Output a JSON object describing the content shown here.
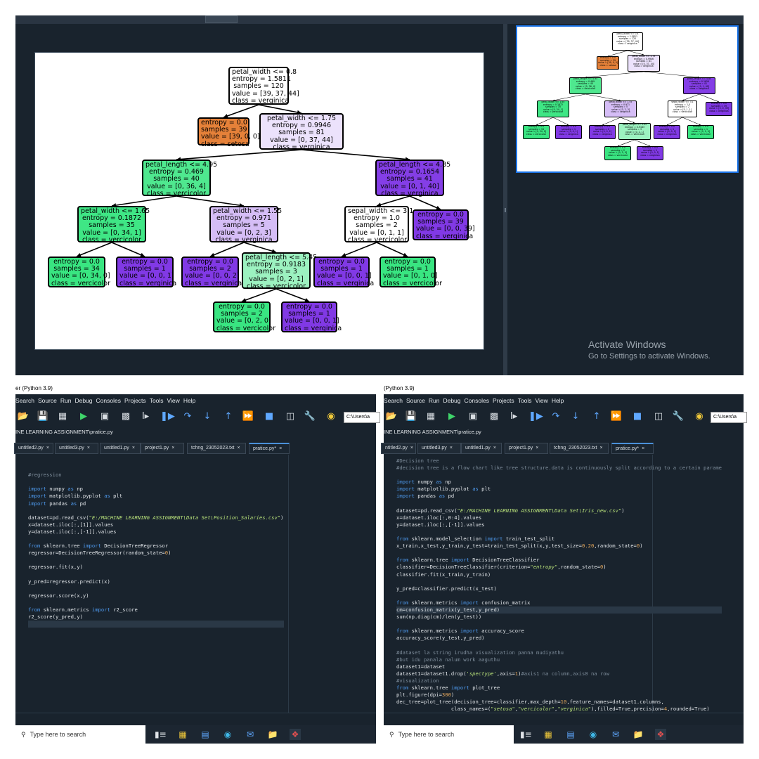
{
  "top": {
    "tree_main": {
      "nodes": [
        {
          "lines": [
            "petal_width <= 0.8",
            "entropy = 1.5811",
            "samples = 120",
            "value = [39, 37, 44]",
            "class = verginica"
          ],
          "fill": "#ffffff"
        },
        {
          "lines": [
            "entropy = 0.0",
            "samples = 39",
            "value = [39, 0, 0]",
            "class = setosa"
          ],
          "fill": "#e58139"
        },
        {
          "lines": [
            "petal_width <= 1.75",
            "entropy = 0.9946",
            "samples = 81",
            "value = [0, 37, 44]",
            "class = verginica"
          ],
          "fill": "#ece2fc"
        },
        {
          "lines": [
            "petal_length <= 4.95",
            "entropy = 0.469",
            "samples = 40",
            "value = [0, 36, 4]",
            "class = vercicolor"
          ],
          "fill": "#4fe88f"
        },
        {
          "lines": [
            "petal_length <= 4.85",
            "entropy = 0.1654",
            "samples = 41",
            "value = [0, 1, 40]",
            "class = verginica"
          ],
          "fill": "#843ee6"
        },
        {
          "lines": [
            "petal_width <= 1.65",
            "entropy = 0.1872",
            "samples = 35",
            "value = [0, 34, 1]",
            "class = vercicolor"
          ],
          "fill": "#3fe685"
        },
        {
          "lines": [
            "petal_width <= 1.55",
            "entropy = 0.971",
            "samples = 5",
            "value = [0, 2, 3]",
            "class = verginica"
          ],
          "fill": "#d5bdf6"
        },
        {
          "lines": [
            "sepal_width <= 3.1",
            "entropy = 1.0",
            "samples = 2",
            "value = [0, 1, 1]",
            "class = vercicolor"
          ],
          "fill": "#ffffff"
        },
        {
          "lines": [
            "entropy = 0.0",
            "samples = 39",
            "value = [0, 0, 39]",
            "class = verginica"
          ],
          "fill": "#8139e5"
        },
        {
          "lines": [
            "entropy = 0.0",
            "samples = 34",
            "value = [0, 34, 0]",
            "class = vercicolor"
          ],
          "fill": "#39e581"
        },
        {
          "lines": [
            "entropy = 0.0",
            "samples = 1",
            "value = [0, 0, 1]",
            "class = verginica"
          ],
          "fill": "#8139e5"
        },
        {
          "lines": [
            "entropy = 0.0",
            "samples = 2",
            "value = [0, 0, 2]",
            "class = verginica"
          ],
          "fill": "#8139e5"
        },
        {
          "lines": [
            "petal_length <= 5.45",
            "entropy = 0.9183",
            "samples = 3",
            "value = [0, 2, 1]",
            "class = vercicolor"
          ],
          "fill": "#9cf2c0"
        },
        {
          "lines": [
            "entropy = 0.0",
            "samples = 1",
            "value = [0, 0, 1]",
            "class = verginica"
          ],
          "fill": "#8139e5"
        },
        {
          "lines": [
            "entropy = 0.0",
            "samples = 1",
            "value = [0, 1, 0]",
            "class = vercicolor"
          ],
          "fill": "#39e581"
        },
        {
          "lines": [
            "entropy = 0.0",
            "samples = 2",
            "value = [0, 2, 0]",
            "class = vercicolor"
          ],
          "fill": "#39e581"
        },
        {
          "lines": [
            "entropy = 0.0",
            "samples = 1",
            "value = [0, 0, 1]",
            "class = verginica"
          ],
          "fill": "#8139e5"
        }
      ],
      "edges": [
        [
          0,
          1
        ],
        [
          0,
          2
        ],
        [
          2,
          3
        ],
        [
          2,
          4
        ],
        [
          3,
          5
        ],
        [
          3,
          6
        ],
        [
          4,
          7
        ],
        [
          4,
          8
        ],
        [
          5,
          9
        ],
        [
          5,
          10
        ],
        [
          6,
          11
        ],
        [
          6,
          12
        ],
        [
          7,
          13
        ],
        [
          7,
          14
        ],
        [
          12,
          15
        ],
        [
          12,
          16
        ]
      ]
    },
    "watermark": {
      "title": "Activate Windows",
      "subtitle": "Go to Settings to activate Windows."
    }
  },
  "ide_left": {
    "title": "er (Python 3.9)",
    "menu": [
      "Search",
      "Source",
      "Run",
      "Debug",
      "Consoles",
      "Projects",
      "Tools",
      "View",
      "Help"
    ],
    "path_box": "C:\\Users\\a",
    "file_path": "INE LEARNING ASSIGNMENT\\pratice.py",
    "tabs": [
      "untitled2.py",
      "untitled3.py",
      "untitled1.py",
      "project1.py",
      "tchng_23052023.txt",
      "pratice.py*"
    ],
    "code": [
      "",
      "",
      "#regression",
      "",
      "import numpy as np",
      "import matplotlib.pyplot as plt",
      "import pandas as pd",
      "",
      "dataset=pd.read_csv(\"E:/MACHINE LEARNING ASSIGNMENT\\Data Set\\Position_Salaries.csv\")",
      "x=dataset.iloc[:,[1]].values",
      "y=dataset.iloc[:,[-1]].values",
      "",
      "from sklearn.tree import DecisionTreeRegressor",
      "regressor=DecisionTreeRegressor(random_state=0)",
      "",
      "regressor.fit(x,y)",
      "",
      "y_pred=regressor.predict(x)",
      "",
      "regressor.score(x,y)",
      "",
      "from sklearn.metrics import r2_score",
      "r2_score(y_pred,y)",
      ""
    ],
    "taskbar_search": "Type here to search"
  },
  "ide_right": {
    "title": "(Python 3.9)",
    "menu": [
      "Search",
      "Source",
      "Run",
      "Debug",
      "Consoles",
      "Projects",
      "Tools",
      "View",
      "Help"
    ],
    "path_box": "C:\\Users\\a",
    "file_path": "INE LEARNING ASSIGNMENT\\pratice.py",
    "tabs": [
      "ntitled2.py",
      "untitled3.py",
      "untitled1.py",
      "project1.py",
      "tchng_23052023.txt",
      "pratice.py*"
    ],
    "code": [
      "#Decision tree",
      "#decision tree is a flow chart like tree structure.data is continuously split according to a certain parame",
      "",
      "import numpy as np",
      "import matplotlib.pyplot as plt",
      "import pandas as pd",
      "",
      "dataset=pd.read_csv(\"E:/MACHINE LEARNING ASSIGNMENT\\Data Set\\Iris_new.csv\")",
      "x=dataset.iloc[:,0:4].values",
      "y=dataset.iloc[:,[-1]].values",
      "",
      "from sklearn.model_selection import train_test_split",
      "x_train,x_test,y_train,y_test=train_test_split(x,y,test_size=0.20,random_state=0)",
      "",
      "from sklearn.tree import DecisionTreeClassifier",
      "classifier=DecisionTreeClassifier(criterion=\"entropy\",random_state=0)",
      "classifier.fit(x_train,y_train)",
      "",
      "y_pred=classifier.predict(x_test)",
      "",
      "from sklearn.metrics import confusion_matrix",
      "cm=confusion_matrix(y_test,y_pred)",
      "sum(np.diag(cm)/len(y_test))",
      "",
      "from sklearn.metrics import accuracy_score",
      "accuracy_score(y_test,y_pred)",
      "",
      "#dataset la string irudha visualization panna mudiyathu",
      "#but idu panala nalum work aaguthu",
      "dataset1=dataset",
      "dataset1=dataset1.drop('spectype',axis=1)#axis1 na column,axis0 na row",
      "#visualization",
      "from sklearn.tree import plot_tree",
      "plt.figure(dpi=300)",
      "dec_tree=plot_tree(decision_tree=classifier,max_depth=10,feature_names=dataset1.columns,",
      "                  class_names=(\"setosa\",\"vercicolor\",\"verginica\"),filled=True,precision=4,rounded=True)"
    ],
    "taskbar_search": "Type here to search"
  }
}
